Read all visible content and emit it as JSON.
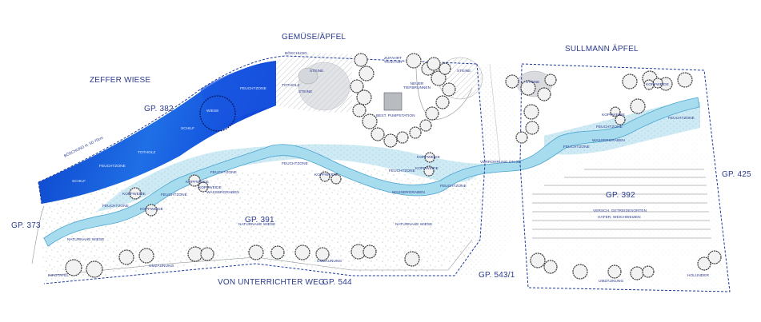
{
  "labels": {
    "zeffer_wiese": "ZEFFER WIESE",
    "gemuese_apfel": "GEMÜSE/ÄPFEL",
    "sullmann_apfel": "SULLMANN ÄPFEL",
    "gp382": "GP. 382",
    "gp373": "GP. 373",
    "gp391": "GP. 391",
    "gp392": "GP. 392",
    "gp425": "GP. 425",
    "gp544": "GP. 544",
    "gp543": "GP. 543/1",
    "weg": "VON UNTERRICHTER WEG",
    "boeschung": "BÖSCHUNG H. 50-70cm",
    "boeschung_top": "BÖSCHUNG",
    "feuchtzone": "FEUCHTZONE",
    "wassergraben": "WASSERGRABEN",
    "schilf": "SCHILF",
    "totholz": "TOTHOLZ",
    "wiese": "WIESE",
    "steine": "STEINE",
    "zufahrt": "ZUFAHRT TRAKTOR",
    "neuer_tiefbrunnen": "NEUER TIEFBRUNNEN",
    "best_pumpstation": "BEST. PUMPSTATION",
    "kopfweide": "KOPFWEIDE",
    "naturnahe_wiese": "NATURNAHE WIESE",
    "umzaeunung": "UMZÄUNUNG",
    "infotafel": "INFOTAFEL",
    "verrohrung": "VERROHRUNG DN.30",
    "getreide": "VERSCH. GETREIDESORTEN",
    "hafer": "HAFER, WEICHWEIZEN",
    "holunder": "HOLUNDER"
  },
  "colors": {
    "ink": "#2c3b8f",
    "water": "#a6dcee",
    "water_stroke": "#4aa3cf",
    "wetzone": "#c6e6f2",
    "blue_dark": "#0f3fd8",
    "blue_light": "#3f8bf2",
    "tree": "#3a3a3a"
  }
}
